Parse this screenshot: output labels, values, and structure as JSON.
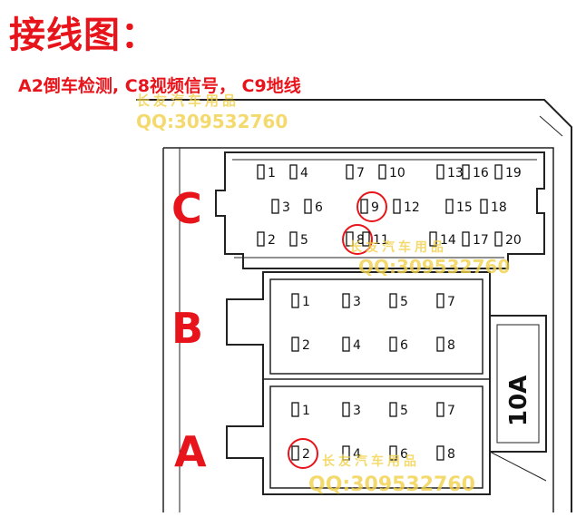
{
  "header": {
    "title": "接线图：",
    "subtitle": "A2倒车检测, C8视频信号， C9地线"
  },
  "watermark": {
    "text": "长友汽车用品",
    "qq": "QQ:309532760"
  },
  "fuse": {
    "label": "10A"
  },
  "blocks": [
    {
      "id": "C",
      "label": "C",
      "pins": [
        {
          "n": "1",
          "highlight": false
        },
        {
          "n": "4",
          "highlight": false
        },
        {
          "n": "7",
          "highlight": false
        },
        {
          "n": "10",
          "highlight": false
        },
        {
          "n": "13",
          "highlight": false
        },
        {
          "n": "16",
          "highlight": false
        },
        {
          "n": "19",
          "highlight": false
        },
        {
          "n": "3",
          "highlight": false
        },
        {
          "n": "6",
          "highlight": false
        },
        {
          "n": "9",
          "highlight": true
        },
        {
          "n": "12",
          "highlight": false
        },
        {
          "n": "15",
          "highlight": false
        },
        {
          "n": "18",
          "highlight": false
        },
        {
          "n": "2",
          "highlight": false
        },
        {
          "n": "5",
          "highlight": false
        },
        {
          "n": "8",
          "highlight": true
        },
        {
          "n": "11",
          "highlight": false
        },
        {
          "n": "14",
          "highlight": false
        },
        {
          "n": "17",
          "highlight": false
        },
        {
          "n": "20",
          "highlight": false
        }
      ]
    },
    {
      "id": "B",
      "label": "B",
      "pins": [
        {
          "n": "1",
          "highlight": false
        },
        {
          "n": "3",
          "highlight": false
        },
        {
          "n": "5",
          "highlight": false
        },
        {
          "n": "7",
          "highlight": false
        },
        {
          "n": "2",
          "highlight": false
        },
        {
          "n": "4",
          "highlight": false
        },
        {
          "n": "6",
          "highlight": false
        },
        {
          "n": "8",
          "highlight": false
        }
      ]
    },
    {
      "id": "A",
      "label": "A",
      "pins": [
        {
          "n": "1",
          "highlight": false
        },
        {
          "n": "3",
          "highlight": false
        },
        {
          "n": "5",
          "highlight": false
        },
        {
          "n": "7",
          "highlight": false
        },
        {
          "n": "2",
          "highlight": true
        },
        {
          "n": "4",
          "highlight": false
        },
        {
          "n": "6",
          "highlight": false
        },
        {
          "n": "8",
          "highlight": false
        }
      ]
    }
  ]
}
